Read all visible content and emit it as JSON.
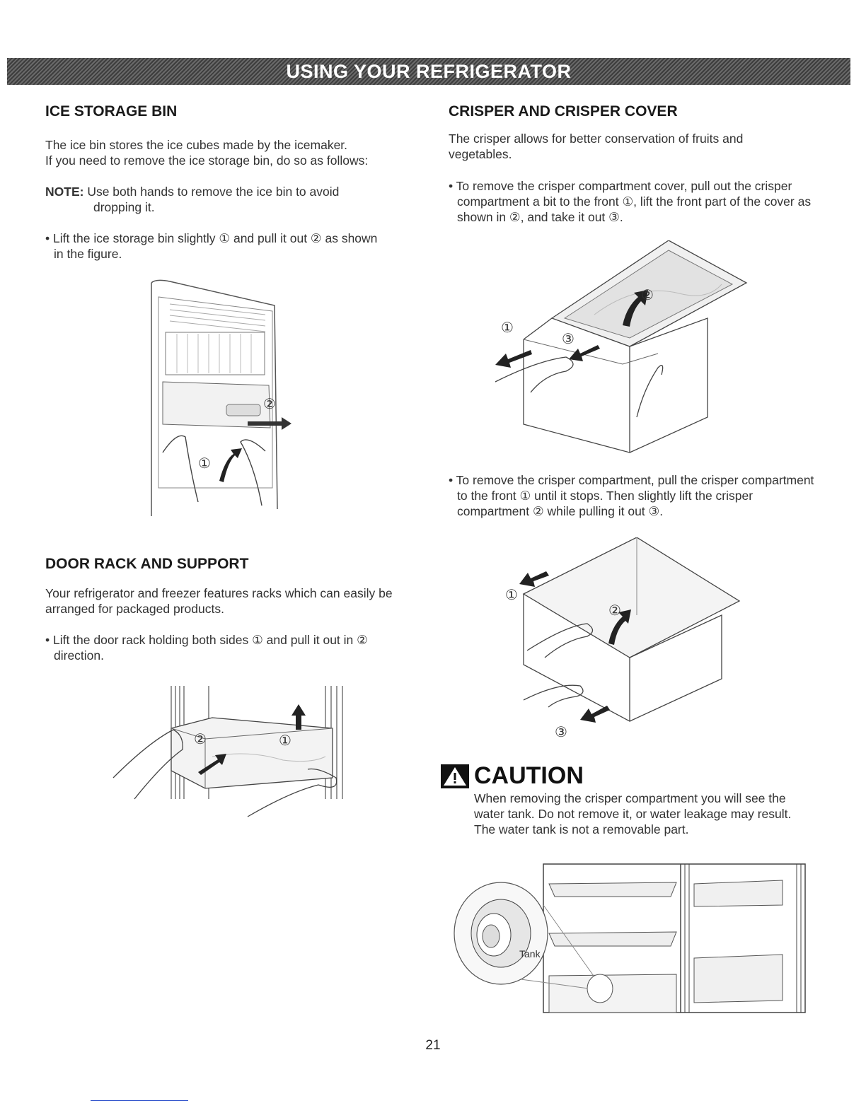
{
  "banner": {
    "title": "USING YOUR REFRIGERATOR"
  },
  "ice_bin": {
    "heading": "ICE STORAGE BIN",
    "intro_1": "The ice bin stores the ice cubes made by the icemaker.",
    "intro_2": "If you need to remove the ice storage bin, do so as follows:",
    "note_label": "NOTE:",
    "note_line1": " Use both hands to remove the ice bin to avoid",
    "note_line2": "dropping it.",
    "bullet": "• Lift the ice storage bin slightly ① and pull it out ② as shown in the figure.",
    "figure_labels": [
      "①",
      "②"
    ]
  },
  "door_rack": {
    "heading": "DOOR RACK AND SUPPORT",
    "intro": "Your refrigerator and freezer features racks which can easily be arranged for packaged products.",
    "bullet": "• Lift the door rack holding both sides ① and pull it out in ② direction.",
    "figure_labels": [
      "②",
      "①"
    ]
  },
  "crisper": {
    "heading": "CRISPER AND CRISPER COVER",
    "intro": "The crisper allows for better conservation of fruits and vegetables.",
    "bullet_cover": "• To remove the crisper compartment cover, pull out the crisper compartment a bit to the front ①, lift the front part of the cover as shown in ②, and take it out ③.",
    "bullet_compartment": "• To remove the crisper compartment, pull the crisper compartment to the front ① until it stops. Then slightly lift the crisper compartment ② while pulling it out ③.",
    "figure1_labels": [
      "①",
      "②",
      "③"
    ],
    "figure2_labels": [
      "①",
      "②",
      "③"
    ]
  },
  "caution": {
    "title": "CAUTION",
    "text": "When removing the crisper compartment you will see the water tank. Do not remove it, or water leakage may result. The water tank is not a removable part.",
    "tank_label": "Tank"
  },
  "footer": {
    "page_number": "21"
  }
}
